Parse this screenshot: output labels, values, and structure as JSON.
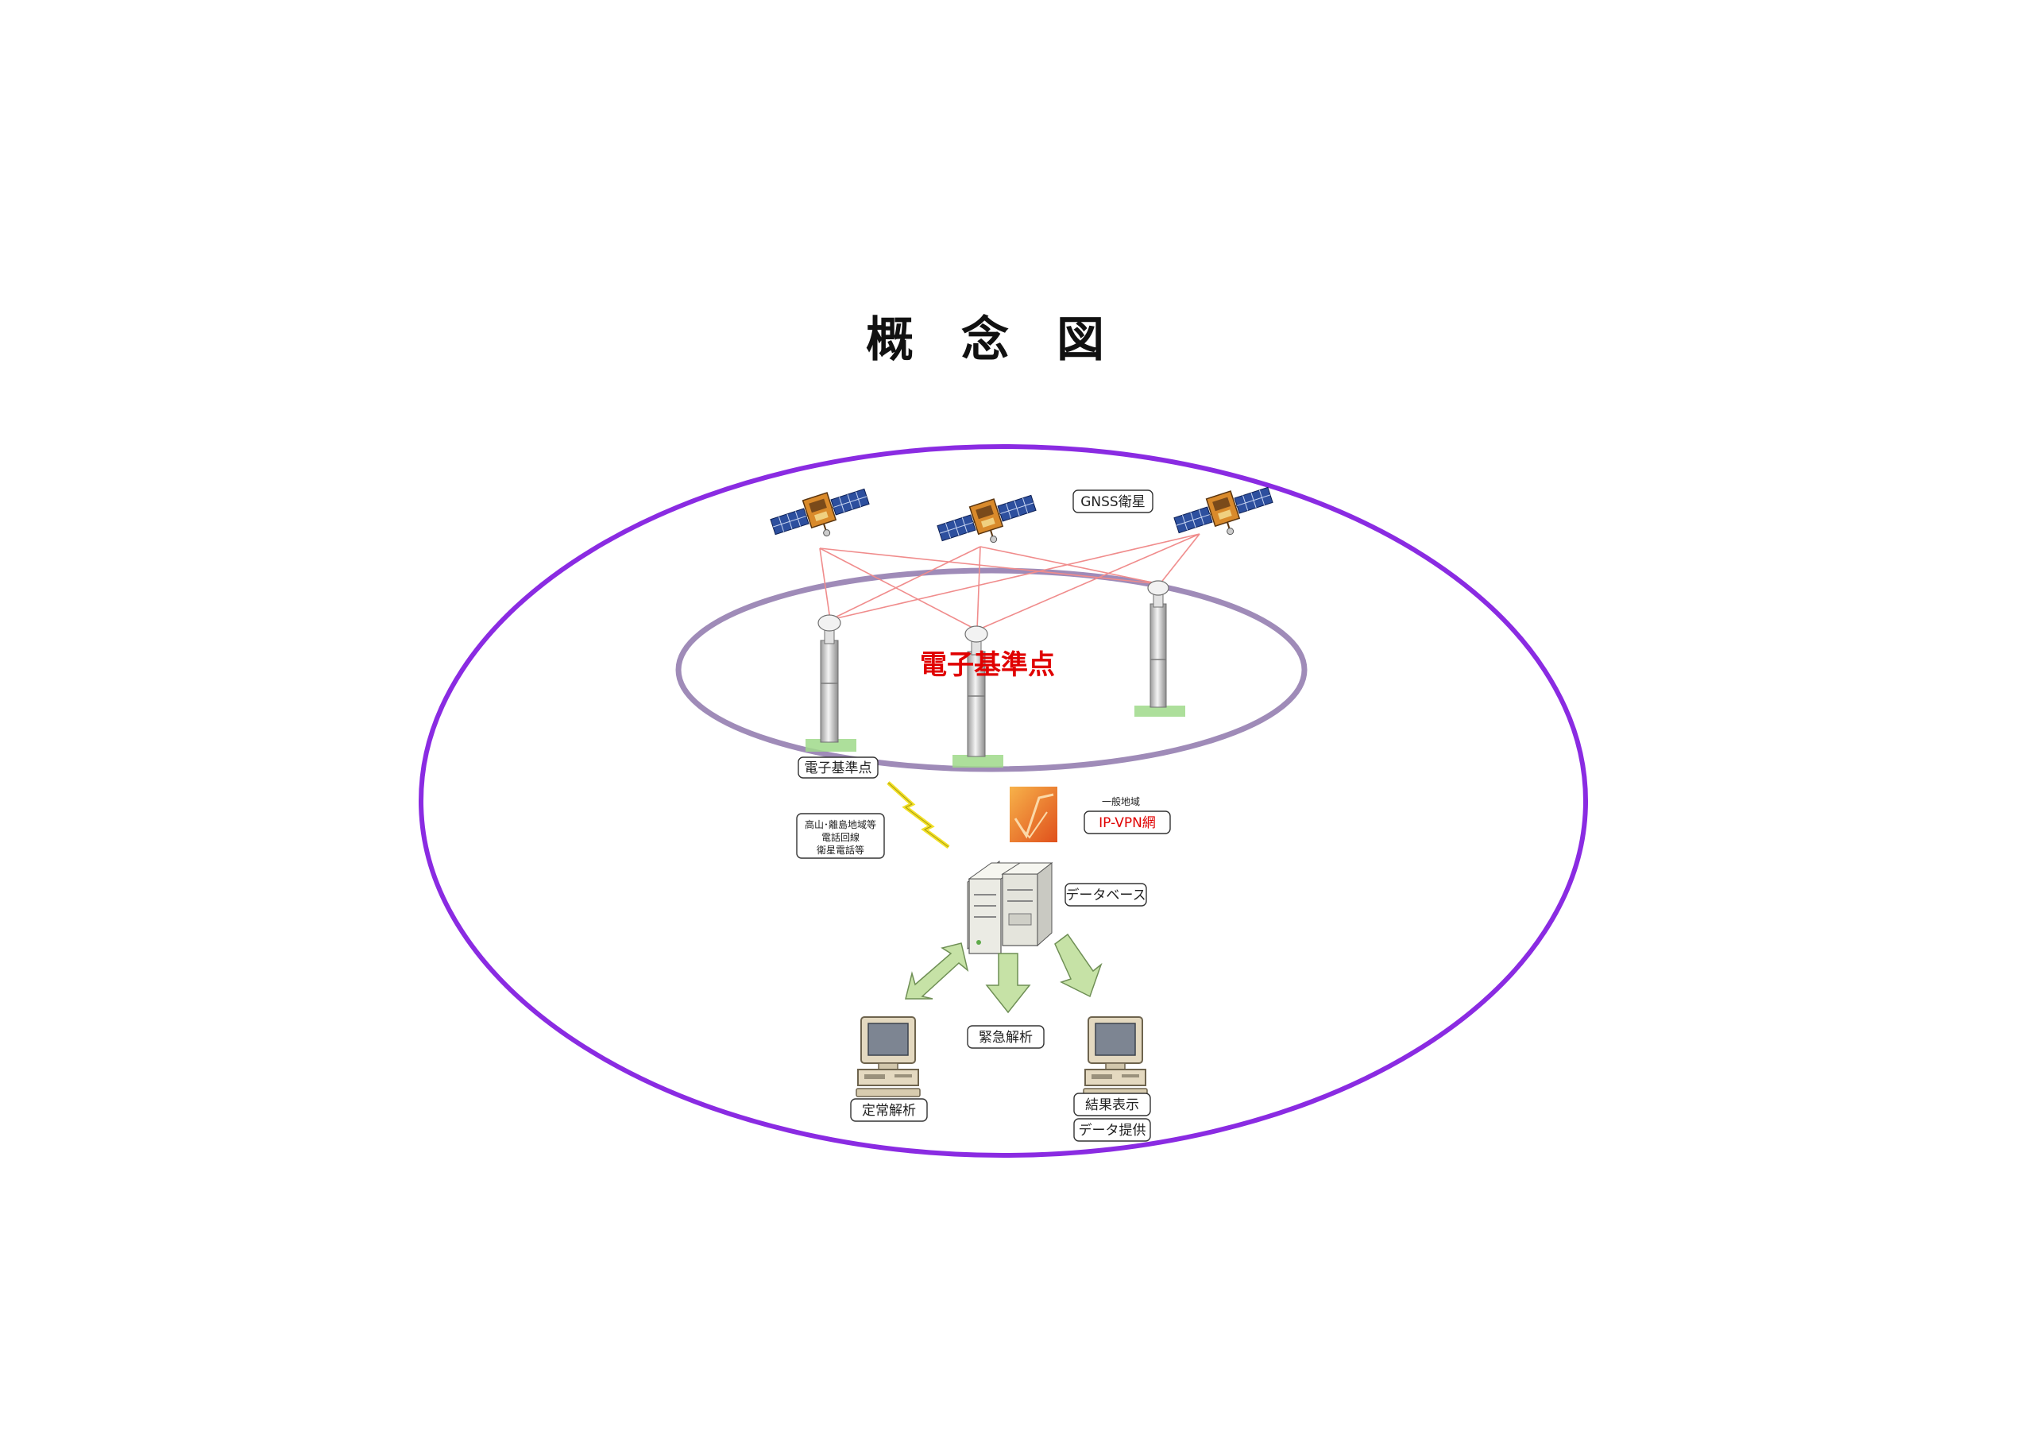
{
  "title": "概　念　図",
  "station_area_label": "電子基準点",
  "callouts": {
    "gnss": "GNSS衛星",
    "station": "電子基準点",
    "remote_line1": "高山･離島地域等",
    "remote_line2": "電話回線",
    "remote_line3": "衛星電話等",
    "general_area": "一般地域",
    "ipvpn": "IP-VPN網",
    "database": "データベース",
    "emergency": "緊急解析",
    "routine": "定常解析",
    "results": "結果表示",
    "data_provision": "データ提供"
  },
  "colors": {
    "outer_ellipse": "#8a2be2",
    "inner_ellipse": "#9f8bb8",
    "signal_lines": "#f08c8c",
    "station_label": "#e00000",
    "ipvpn_label": "#e00000",
    "arrows": "#c6e2a6",
    "network_icon": "#f08030"
  },
  "icons": {
    "satellite": "satellite-icon",
    "antenna": "gnss-antenna-icon",
    "lightning": "lightning-icon",
    "network": "ip-vpn-network-icon",
    "server": "server-icon",
    "computer": "computer-icon"
  }
}
